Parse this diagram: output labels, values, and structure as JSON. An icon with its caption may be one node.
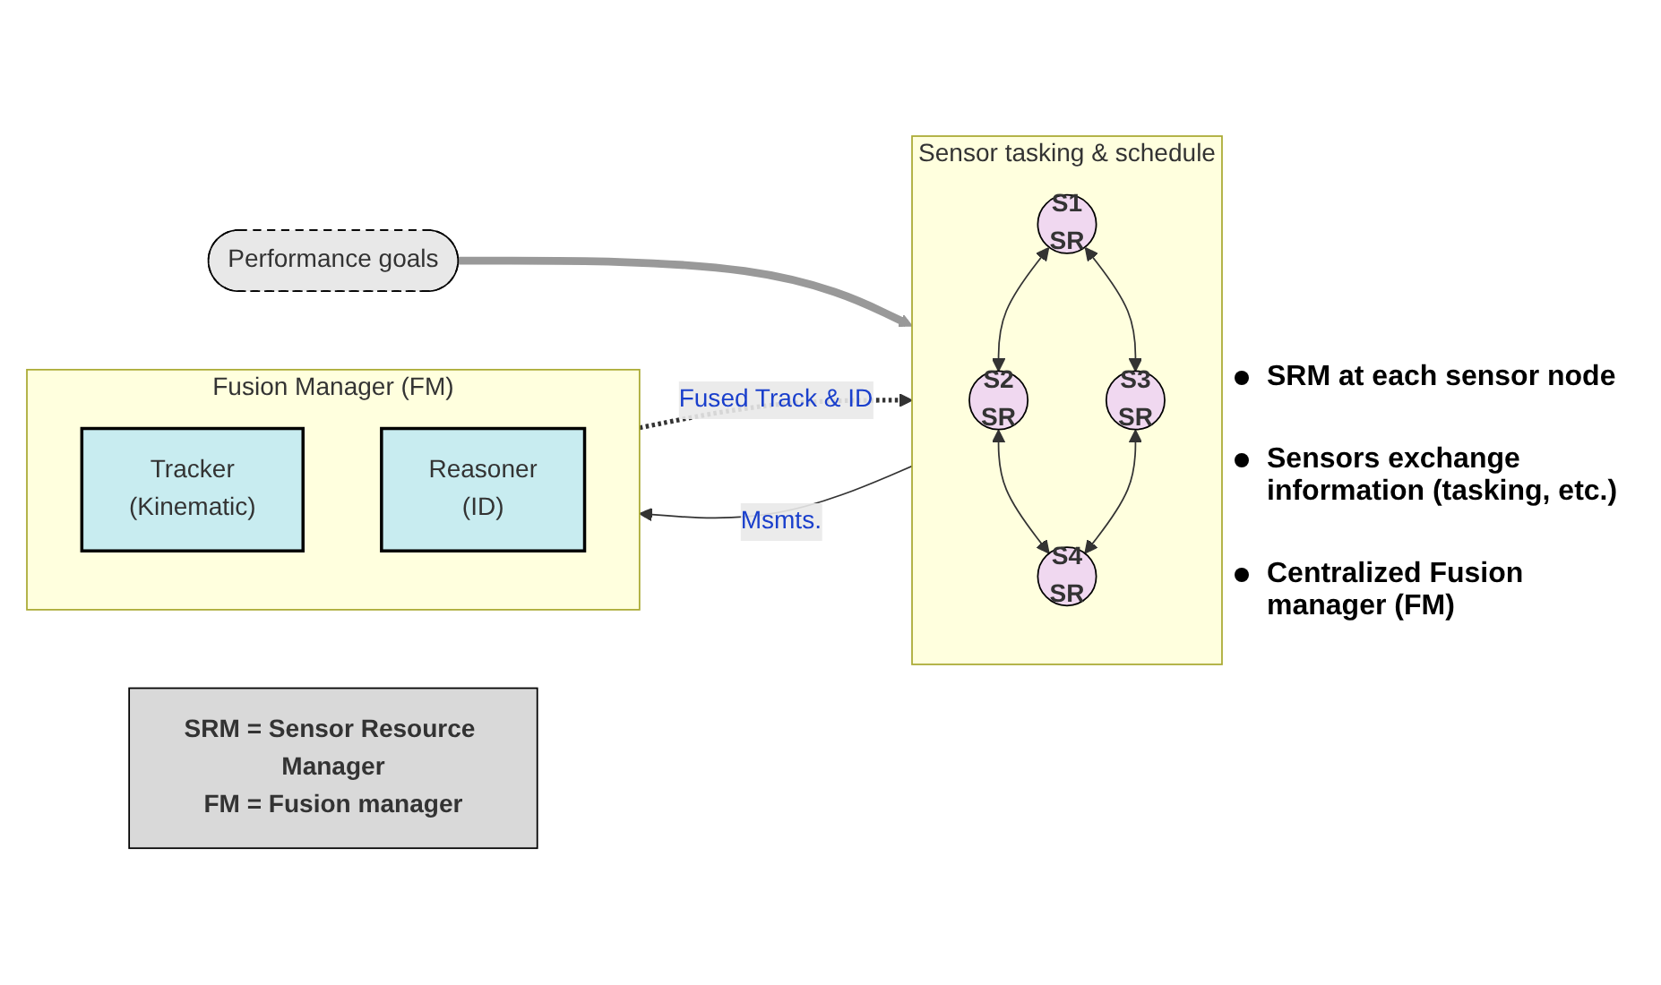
{
  "diagram": {
    "nodes": [
      {
        "text": [
          "Performance goals"
        ]
      },
      {
        "text": [
          "Sensor tasking & schedule"
        ]
      },
      {
        "text": [
          "S1",
          "SR"
        ],
        "in": 1
      },
      {
        "text": [
          "S2",
          "SR"
        ],
        "in": 1
      },
      {
        "text": [
          "S3",
          "SR"
        ],
        "in": 1
      },
      {
        "text": [
          "S4",
          "SR"
        ],
        "in": 1
      },
      {
        "text": [
          "Fusion Manager (FM)"
        ]
      },
      {
        "text": [
          "Tracker",
          "(Kinematic)"
        ],
        "in": 6
      },
      {
        "text": [
          "Reasoner",
          "(ID)"
        ],
        "in": 6
      },
      {
        "text": [
          "SRM = Sensor Resource Manager",
          "FM = Fusion manager"
        ]
      }
    ],
    "edges": [
      {
        "from": 0,
        "to": 1,
        "arrow": "to",
        "style": "thick",
        "color": "#999999"
      },
      {
        "from": 2,
        "to": 3,
        "arrow": "both"
      },
      {
        "from": 2,
        "to": 4,
        "arrow": "both"
      },
      {
        "from": 3,
        "to": 5,
        "arrow": "both"
      },
      {
        "from": 4,
        "to": 5,
        "arrow": "both"
      },
      {
        "from": 1,
        "to": 6,
        "label": "Msmts.",
        "arrow": "to"
      },
      {
        "from": 6,
        "to": 1,
        "label": "Fused Track & ID",
        "arrow": "to",
        "style": "dashed"
      }
    ],
    "labels": [
      "SRM at each sensor node",
      "Sensors exchange information (tasking, etc.)",
      "Centralized Fusion manager (FM)"
    ]
  }
}
